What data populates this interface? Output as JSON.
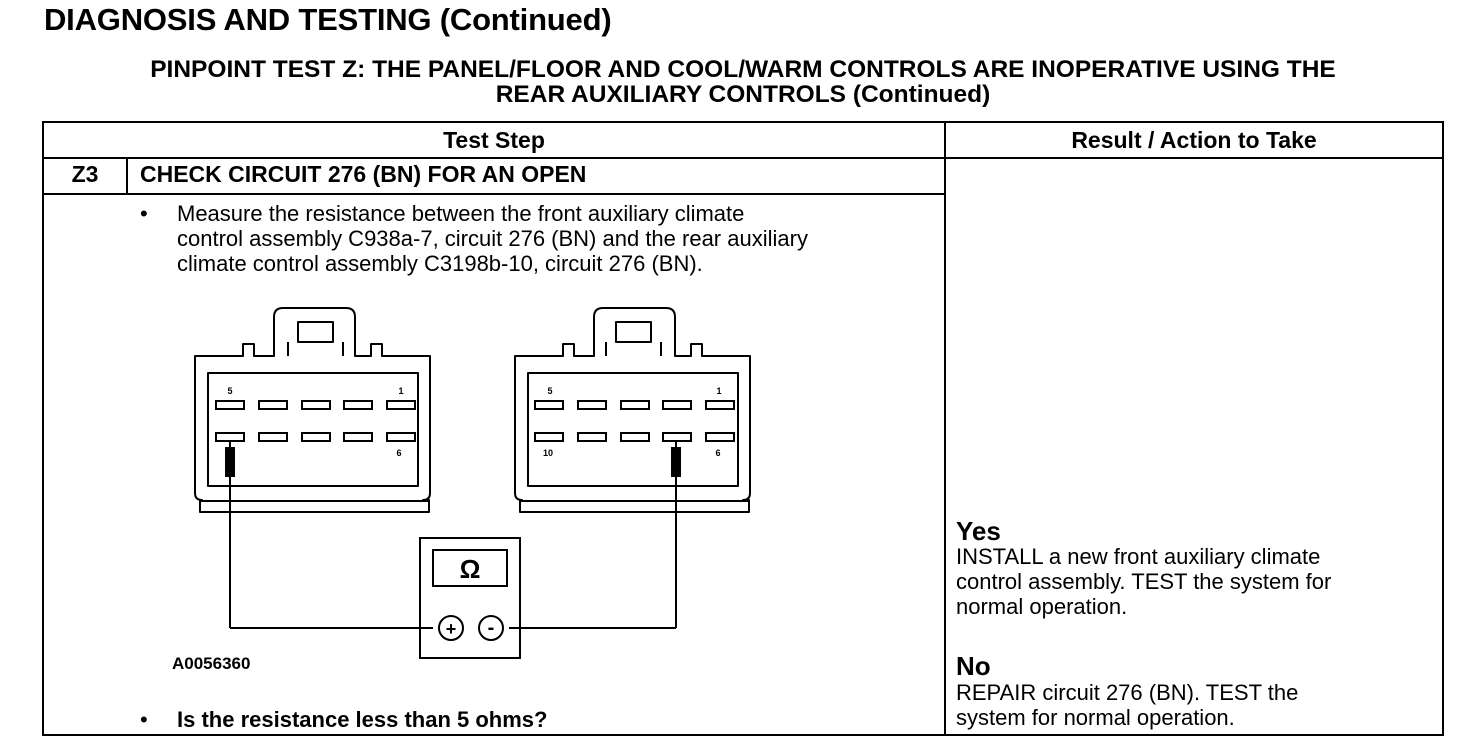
{
  "page_heading": "DIAGNOSIS AND TESTING (Continued)",
  "test_title": {
    "line1": "PINPOINT TEST Z: THE PANEL/FLOOR AND COOL/WARM CONTROLS ARE INOPERATIVE USING THE",
    "line2": "REAR AUXILIARY CONTROLS (Continued)"
  },
  "table": {
    "col_test_step": "Test Step",
    "col_result": "Result / Action to Take",
    "step_id": "Z3",
    "step_title": "CHECK CIRCUIT 276 (BN) FOR AN OPEN",
    "bullet": "•",
    "instruction": [
      "Measure the resistance between the front auxiliary climate",
      "control assembly C938a-7, circuit 276 (BN) and the rear auxiliary",
      "climate control assembly C3198b-10, circuit 276 (BN)."
    ],
    "question": "Is the resistance less than 5 ohms?",
    "figure": {
      "id": "A0056360",
      "meter_symbol": "Ω",
      "plus": "+",
      "minus": "-",
      "left_connector_pins": {
        "top_left": "5",
        "top_right": "1",
        "bottom_right": "6"
      },
      "right_connector_pins": {
        "top_left": "5",
        "top_right": "1",
        "bottom_left": "10",
        "bottom_right": "6"
      }
    },
    "results": {
      "yes_label": "Yes",
      "yes_text": [
        "INSTALL a new front auxiliary climate",
        "control assembly. TEST the system for",
        "normal operation."
      ],
      "no_label": "No",
      "no_text": [
        "REPAIR circuit 276 (BN). TEST the",
        "system for normal operation."
      ]
    }
  }
}
